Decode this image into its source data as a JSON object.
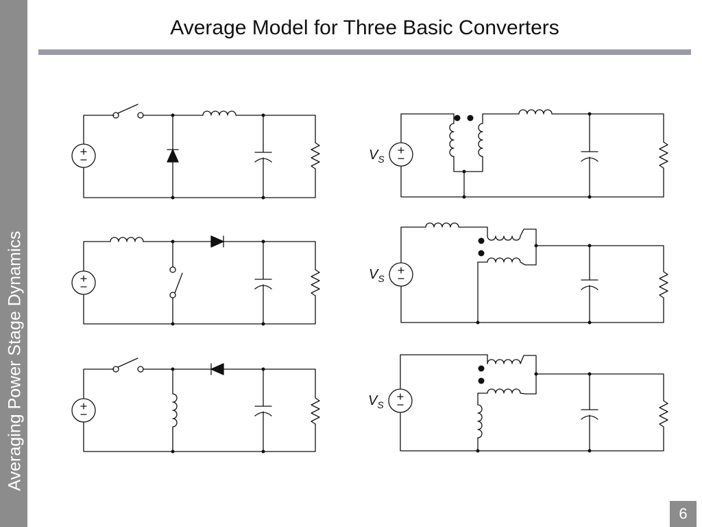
{
  "slide": {
    "title": "Average Model for Three Basic Converters",
    "side_title": "Averaging Power Stage Dynamics",
    "page_number": "6"
  },
  "source_labels": {
    "flyback": {
      "main": "V",
      "sub": "S"
    },
    "tapped_boost": {
      "main": "V",
      "sub": "S"
    },
    "tapped_buck_boost": {
      "main": "V",
      "sub": "S"
    }
  },
  "colors": {
    "sidebar": "#8c8c8c",
    "rule": "#9a9aa8",
    "wire": "#111111"
  }
}
